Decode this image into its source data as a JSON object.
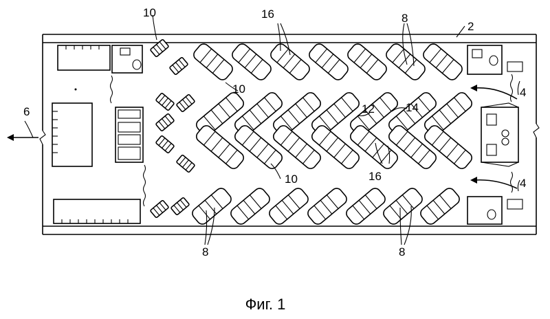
{
  "figure": {
    "caption": "Фиг. 1",
    "labels": {
      "l_10_top": "10",
      "l_16_top": "16",
      "l_8_top": "8",
      "l_2": "2",
      "l_4_upper": "4",
      "l_6": "6",
      "l_10_mid": "10",
      "l_12": "12",
      "l_14": "14",
      "l_16_low": "16",
      "l_10_low": "10",
      "l_4_lower": "4",
      "l_8_bottom_left": "8",
      "l_8_bottom_right": "8"
    }
  }
}
